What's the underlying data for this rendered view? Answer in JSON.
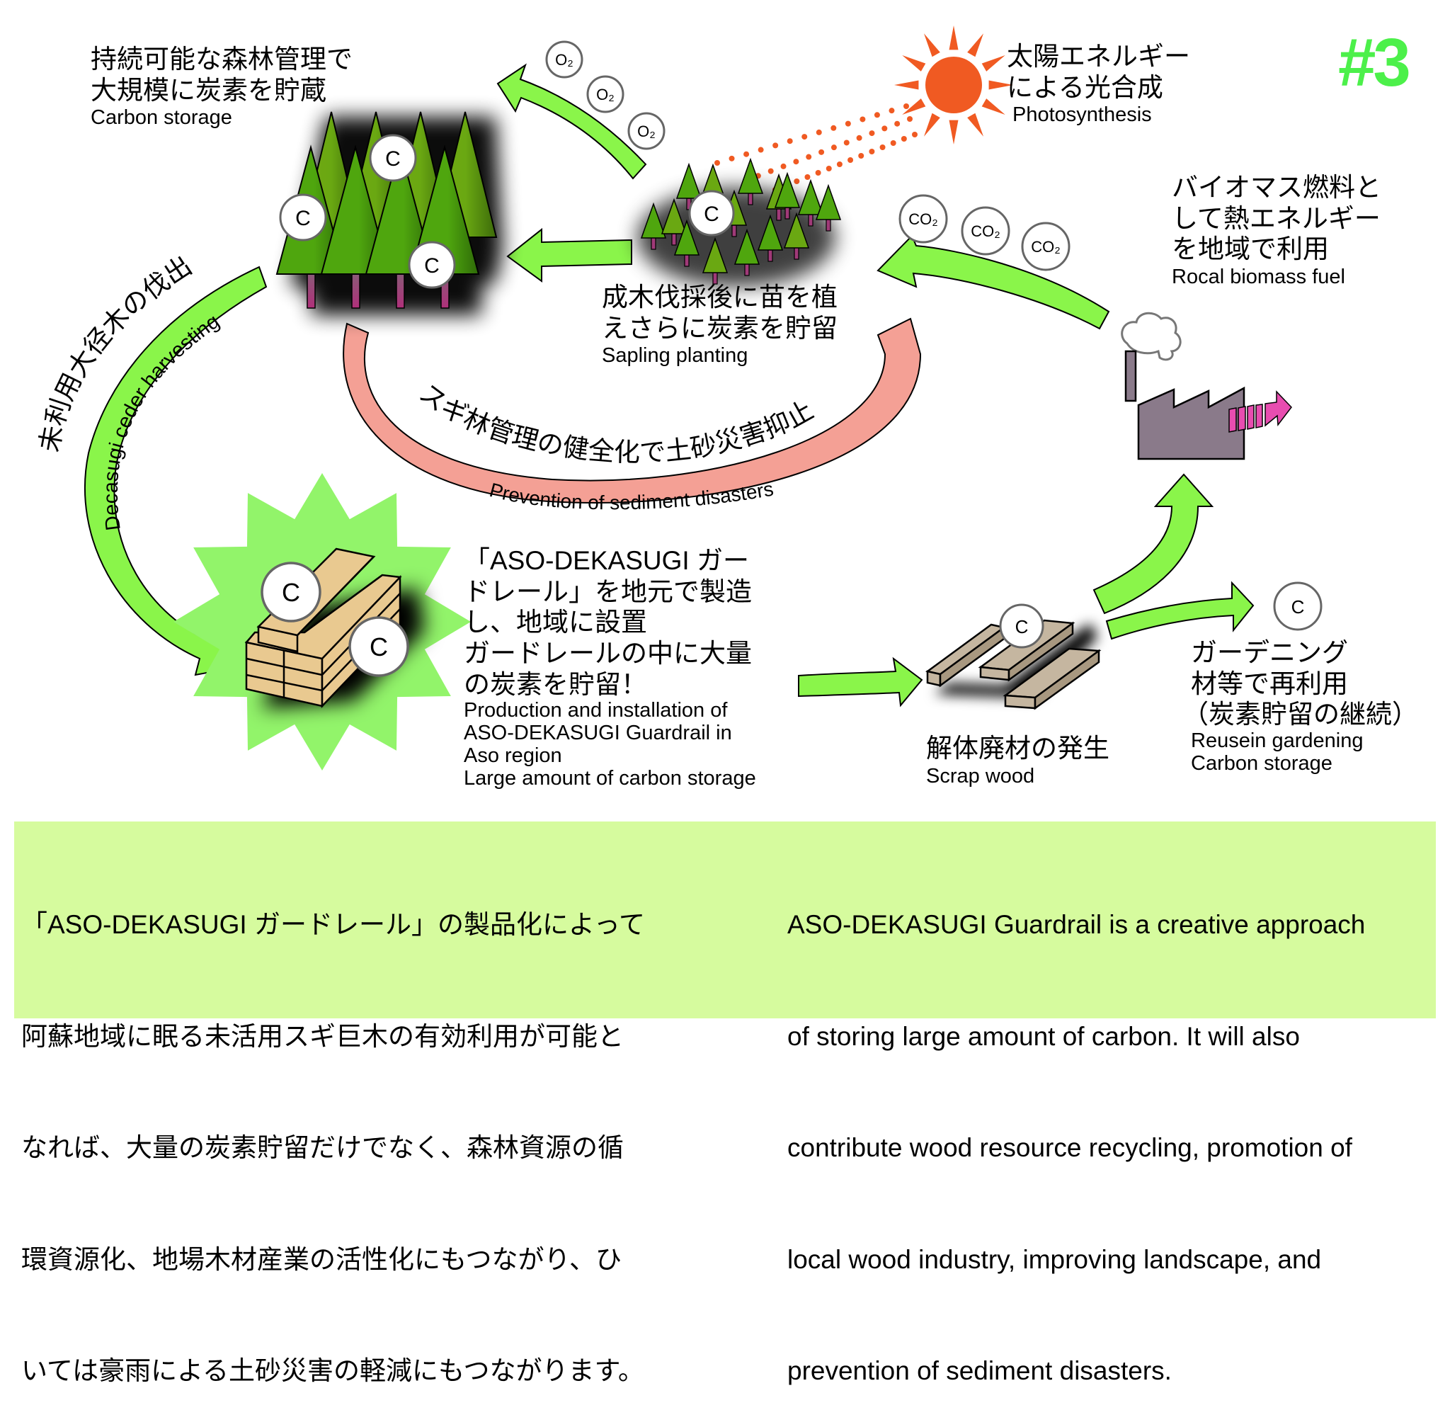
{
  "badge": {
    "label": "#3",
    "color": "#4cf04a"
  },
  "colors": {
    "arrow_green": "#8af54a",
    "disaster_arrow": "#f4a095",
    "sun": "#f05a22",
    "tree_dark": "#4fa60e",
    "tree_olive": "#6aa812",
    "trunk": "#a03a78",
    "wood": "#e9c990",
    "scrap_wood": "#c5b6a0",
    "factory": "#8a7a8a",
    "exhaust": "#e84db0",
    "starburst": "#92f46a",
    "panel_bg": "#d6fb9e"
  },
  "forest": {
    "title_jp_line1": "持続可能な森林管理で",
    "title_jp_line2": "大規模に炭素を貯蔵",
    "title_en": "Carbon storage",
    "carbon_labels": [
      "C",
      "C",
      "C"
    ]
  },
  "oxygen": {
    "molecules": [
      "O₂",
      "O₂",
      "O₂"
    ]
  },
  "sun": {
    "title_jp_line1": "太陽エネルギー",
    "title_jp_line2": "による光合成",
    "title_en": "Photosynthesis"
  },
  "saplings": {
    "title_jp_line1": "成木伐採後に苗を植",
    "title_jp_line2": "えさらに炭素を貯留",
    "title_en": "Sapling planting",
    "carbon_label": "C"
  },
  "co2": {
    "molecules": [
      "CO₂",
      "CO₂",
      "CO₂"
    ]
  },
  "biomass": {
    "title_jp_line1": "バイオマス燃料と",
    "title_jp_line2": "して熱エネルギー",
    "title_jp_line3": "を地域で利用",
    "title_en": "Rocal biomass fuel"
  },
  "harvesting": {
    "title_jp": "未利用大径木の伐出",
    "title_en": "Decasugi ceder harvesting"
  },
  "disaster": {
    "title_jp": "スギ林管理の健全化で土砂災害抑止",
    "title_en": "Prevention of sediment disasters"
  },
  "guardrail": {
    "jp_lines": [
      "「ASO-DEKASUGI ガー",
      "ドレール」を地元で製造",
      "し、地域に設置",
      "ガードレールの中に大量",
      "の炭素を貯留！"
    ],
    "en_lines": [
      "Production and installation of",
      "ASO-DEKASUGI Guardrail in",
      "Aso region",
      "Large amount of carbon storage"
    ],
    "carbon_labels": [
      "C",
      "C"
    ]
  },
  "scrap": {
    "title_jp": "解体廃材の発生",
    "title_en": "Scrap wood",
    "carbon_label": "C"
  },
  "gardening": {
    "jp_lines": [
      "ガーデニング",
      "材等で再利用",
      "（炭素貯留の継続）"
    ],
    "en_lines": [
      "Reusein gardening",
      "Carbon storage"
    ],
    "carbon_label": "C"
  },
  "summary": {
    "jp_lines": [
      "「ASO-DEKASUGI ガードレール」の製品化によって",
      "阿蘇地域に眠る未活用スギ巨木の有効利用が可能と",
      "なれば、大量の炭素貯留だけでなく、森林資源の循",
      "環資源化、地場木材産業の活性化にもつながり、ひ",
      "いては豪雨による土砂災害の軽減にもつながります。"
    ],
    "en_lines": [
      "ASO-DEKASUGI Guardrail is a creative approach",
      "of storing large amount of carbon. It will also",
      "contribute wood resource recycling, promotion of",
      "local wood industry, improving landscape, and",
      "prevention of sediment disasters."
    ]
  }
}
